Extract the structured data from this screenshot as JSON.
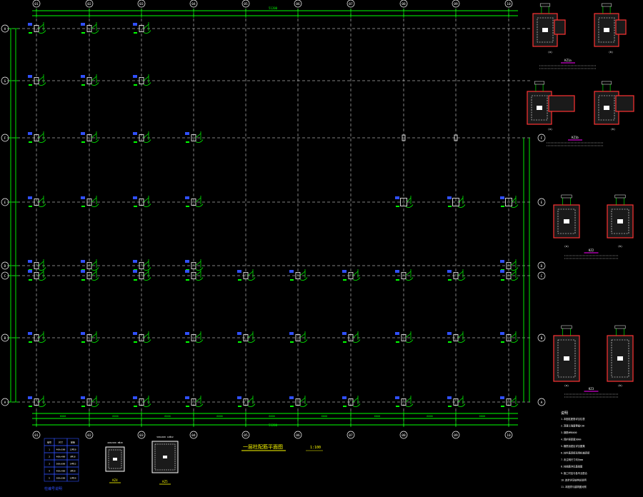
{
  "drawing": {
    "background": "#000000",
    "colors": {
      "axis": "#ffffff",
      "grid": "#ffffff",
      "column": "#ffffff",
      "dim": "#00ff00",
      "detail_red": "#ff3333",
      "tag_blue": "#3050ff",
      "tag_yellow": "#ffff00",
      "note_white": "#ffffff",
      "leader_magenta": "#ff00ff"
    },
    "cols": [
      "01",
      "02",
      "03",
      "04",
      "05",
      "06",
      "07",
      "08",
      "09",
      "10"
    ],
    "rows": [
      "H",
      "G",
      "F",
      "E",
      "D",
      "C",
      "B",
      "A"
    ],
    "top_dim_total": "51200",
    "bottom_dim_total": "51200",
    "bottom_dim_segments": [
      "6000",
      "6000",
      "6000",
      "6000",
      "6000",
      "6000",
      "6000",
      "6000",
      "6000"
    ],
    "plan_title": "一层柱配筋平面图",
    "plan_scale": "1:100",
    "details": [
      {
        "name": "KZ1a",
        "label_a": "(a)",
        "label_b": "(b)"
      },
      {
        "name": "KZ1b",
        "label_a": "(a)",
        "label_b": "(b)"
      },
      {
        "name": "KZ2",
        "label_a": "(a)",
        "label_b": "(b)"
      },
      {
        "name": "KZ3",
        "label_a": "(a)",
        "label_b": "(b)"
      }
    ],
    "table": {
      "title": "柱编号说明",
      "rows": [
        [
          "编号",
          "尺寸",
          "配筋"
        ],
        [
          "1",
          "400x500",
          "12Φ20"
        ],
        [
          "2",
          "400x400",
          "8Φ18"
        ],
        [
          "3",
          "500x600",
          "14Φ22"
        ],
        [
          "4",
          "400x400",
          "8Φ20"
        ],
        [
          "5",
          "500x500",
          "12Φ20"
        ]
      ]
    },
    "small_sections": [
      {
        "name": "KZ4",
        "caption": "400x500 8Φ20"
      },
      {
        "name": "KZ5",
        "caption": "500x600 12Φ22"
      }
    ],
    "notes": {
      "title": "说明",
      "lines": [
        "1.本图柱配筋详见柱表",
        "2.混凝土强度等级C30",
        "3.钢筋HRB400",
        "4.保护层厚度30mm",
        "5.箍筋加密区详见图集",
        "6.柱纵筋连接采用机械连接",
        "7.未注明尺寸均为mm",
        "8.柱插筋详见基础图",
        "9.施工时应与各专业配合",
        "10.其余详见结构总说明",
        "11.本图须与建筑图对照"
      ]
    }
  }
}
